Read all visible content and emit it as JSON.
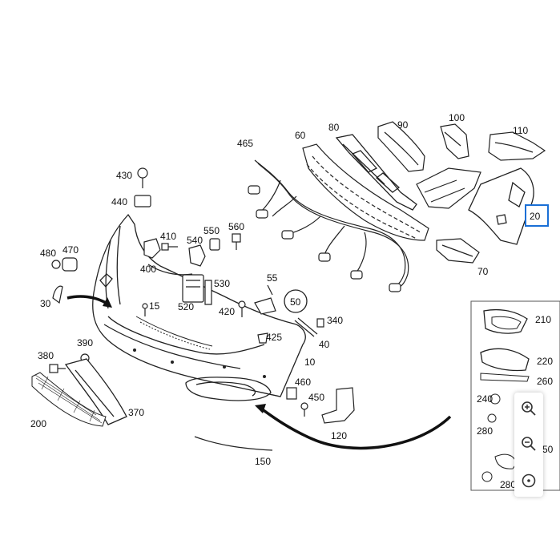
{
  "diagram": {
    "callouts": [
      {
        "id": "c20",
        "text": "20"
      },
      {
        "id": "c50",
        "text": "50"
      }
    ],
    "labels": [
      {
        "id": "l465",
        "text": "465"
      },
      {
        "id": "l60",
        "text": "60"
      },
      {
        "id": "l80",
        "text": "80"
      },
      {
        "id": "l90",
        "text": "90"
      },
      {
        "id": "l100",
        "text": "100"
      },
      {
        "id": "l110",
        "text": "110"
      },
      {
        "id": "l430",
        "text": "430"
      },
      {
        "id": "l440",
        "text": "440"
      },
      {
        "id": "l410",
        "text": "410"
      },
      {
        "id": "l550",
        "text": "550"
      },
      {
        "id": "l560",
        "text": "560"
      },
      {
        "id": "l540",
        "text": "540"
      },
      {
        "id": "l480",
        "text": "480"
      },
      {
        "id": "l470",
        "text": "470"
      },
      {
        "id": "l400",
        "text": "400"
      },
      {
        "id": "l55",
        "text": "55"
      },
      {
        "id": "l530",
        "text": "530"
      },
      {
        "id": "l30",
        "text": "30"
      },
      {
        "id": "l15",
        "text": "15"
      },
      {
        "id": "l520",
        "text": "520"
      },
      {
        "id": "l420",
        "text": "420"
      },
      {
        "id": "l70",
        "text": "70"
      },
      {
        "id": "l340",
        "text": "340"
      },
      {
        "id": "l425",
        "text": "425"
      },
      {
        "id": "l40",
        "text": "40"
      },
      {
        "id": "l380",
        "text": "380"
      },
      {
        "id": "l390",
        "text": "390"
      },
      {
        "id": "l10",
        "text": "10"
      },
      {
        "id": "l460",
        "text": "460"
      },
      {
        "id": "l450",
        "text": "450"
      },
      {
        "id": "l200",
        "text": "200"
      },
      {
        "id": "l370",
        "text": "370"
      },
      {
        "id": "l120",
        "text": "120"
      },
      {
        "id": "l150",
        "text": "150"
      },
      {
        "id": "l210",
        "text": "210"
      },
      {
        "id": "l220",
        "text": "220"
      },
      {
        "id": "l260",
        "text": "260"
      },
      {
        "id": "l240",
        "text": "240"
      },
      {
        "id": "l280a",
        "text": "280"
      },
      {
        "id": "l280b",
        "text": "280"
      },
      {
        "id": "l50side",
        "text": "50"
      }
    ]
  },
  "zoom": {
    "in_icon": "zoom-in-icon",
    "out_icon": "zoom-out-icon",
    "reset_icon": "reset-icon"
  },
  "colors": {
    "line": "#222222",
    "highlight": "#1a6fd6"
  }
}
